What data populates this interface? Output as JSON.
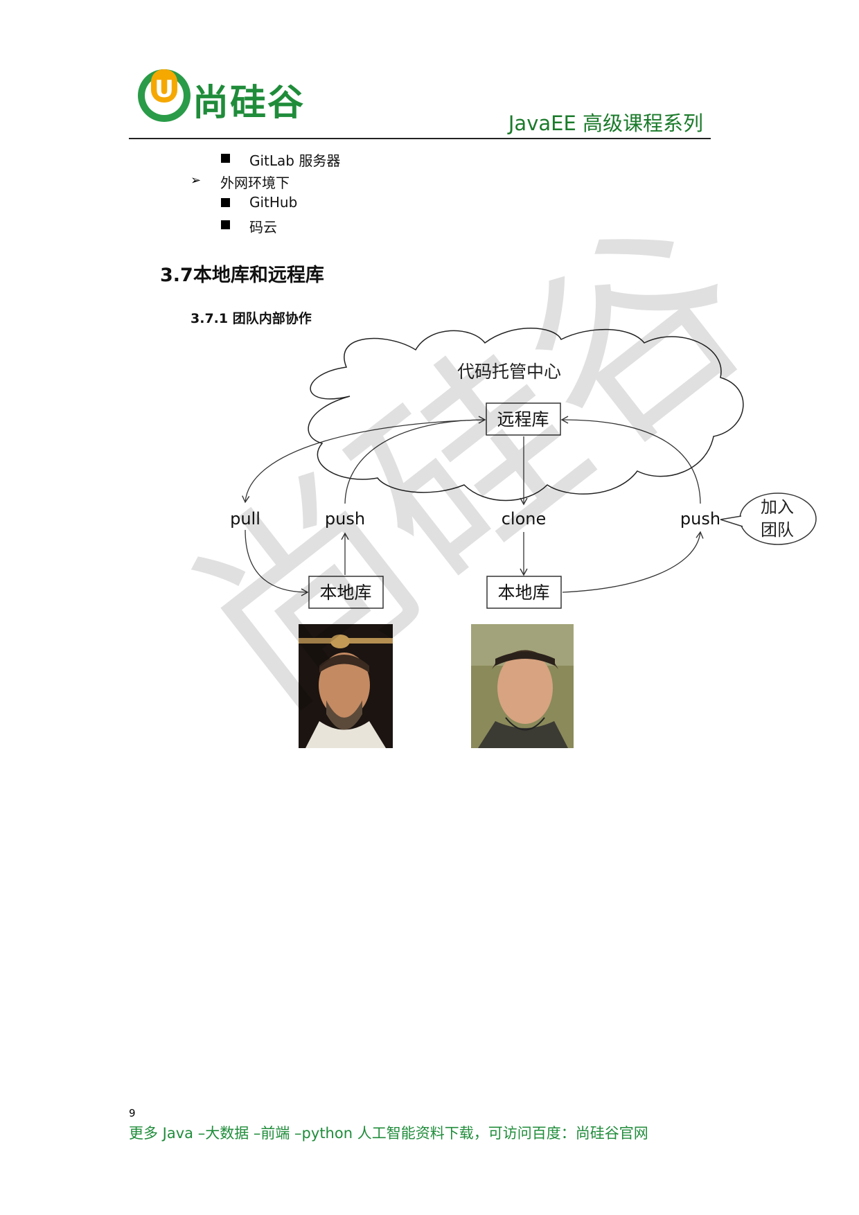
{
  "header": {
    "logo_letter": "U",
    "logo_text": "尚硅谷",
    "series_title": "JavaEE 高级课程系列"
  },
  "list": {
    "item_gitlab": "GitLab 服务器",
    "item_external": "外网环境下",
    "item_github": "GitHub",
    "item_gitee": "码云"
  },
  "section": {
    "heading": "3.7本地库和远程库",
    "subheading": "3.7.1  团队内部协作"
  },
  "diagram": {
    "cloud_label": "代码托管中心",
    "remote_repo": "远程库",
    "pull": "pull",
    "push_left": "push",
    "clone": "clone",
    "push_right": "push",
    "join_line1": "加入",
    "join_line2": "团队",
    "local_repo_left": "本地库",
    "local_repo_right": "本地库"
  },
  "watermark": "尚硅谷",
  "footer": {
    "page_number": "9",
    "text": "更多 Java –大数据 –前端 –python 人工智能资料下载，可访问百度：尚硅谷官网"
  },
  "colors": {
    "brand_green": "#1f8c3a",
    "brand_orange": "#f5a800"
  }
}
